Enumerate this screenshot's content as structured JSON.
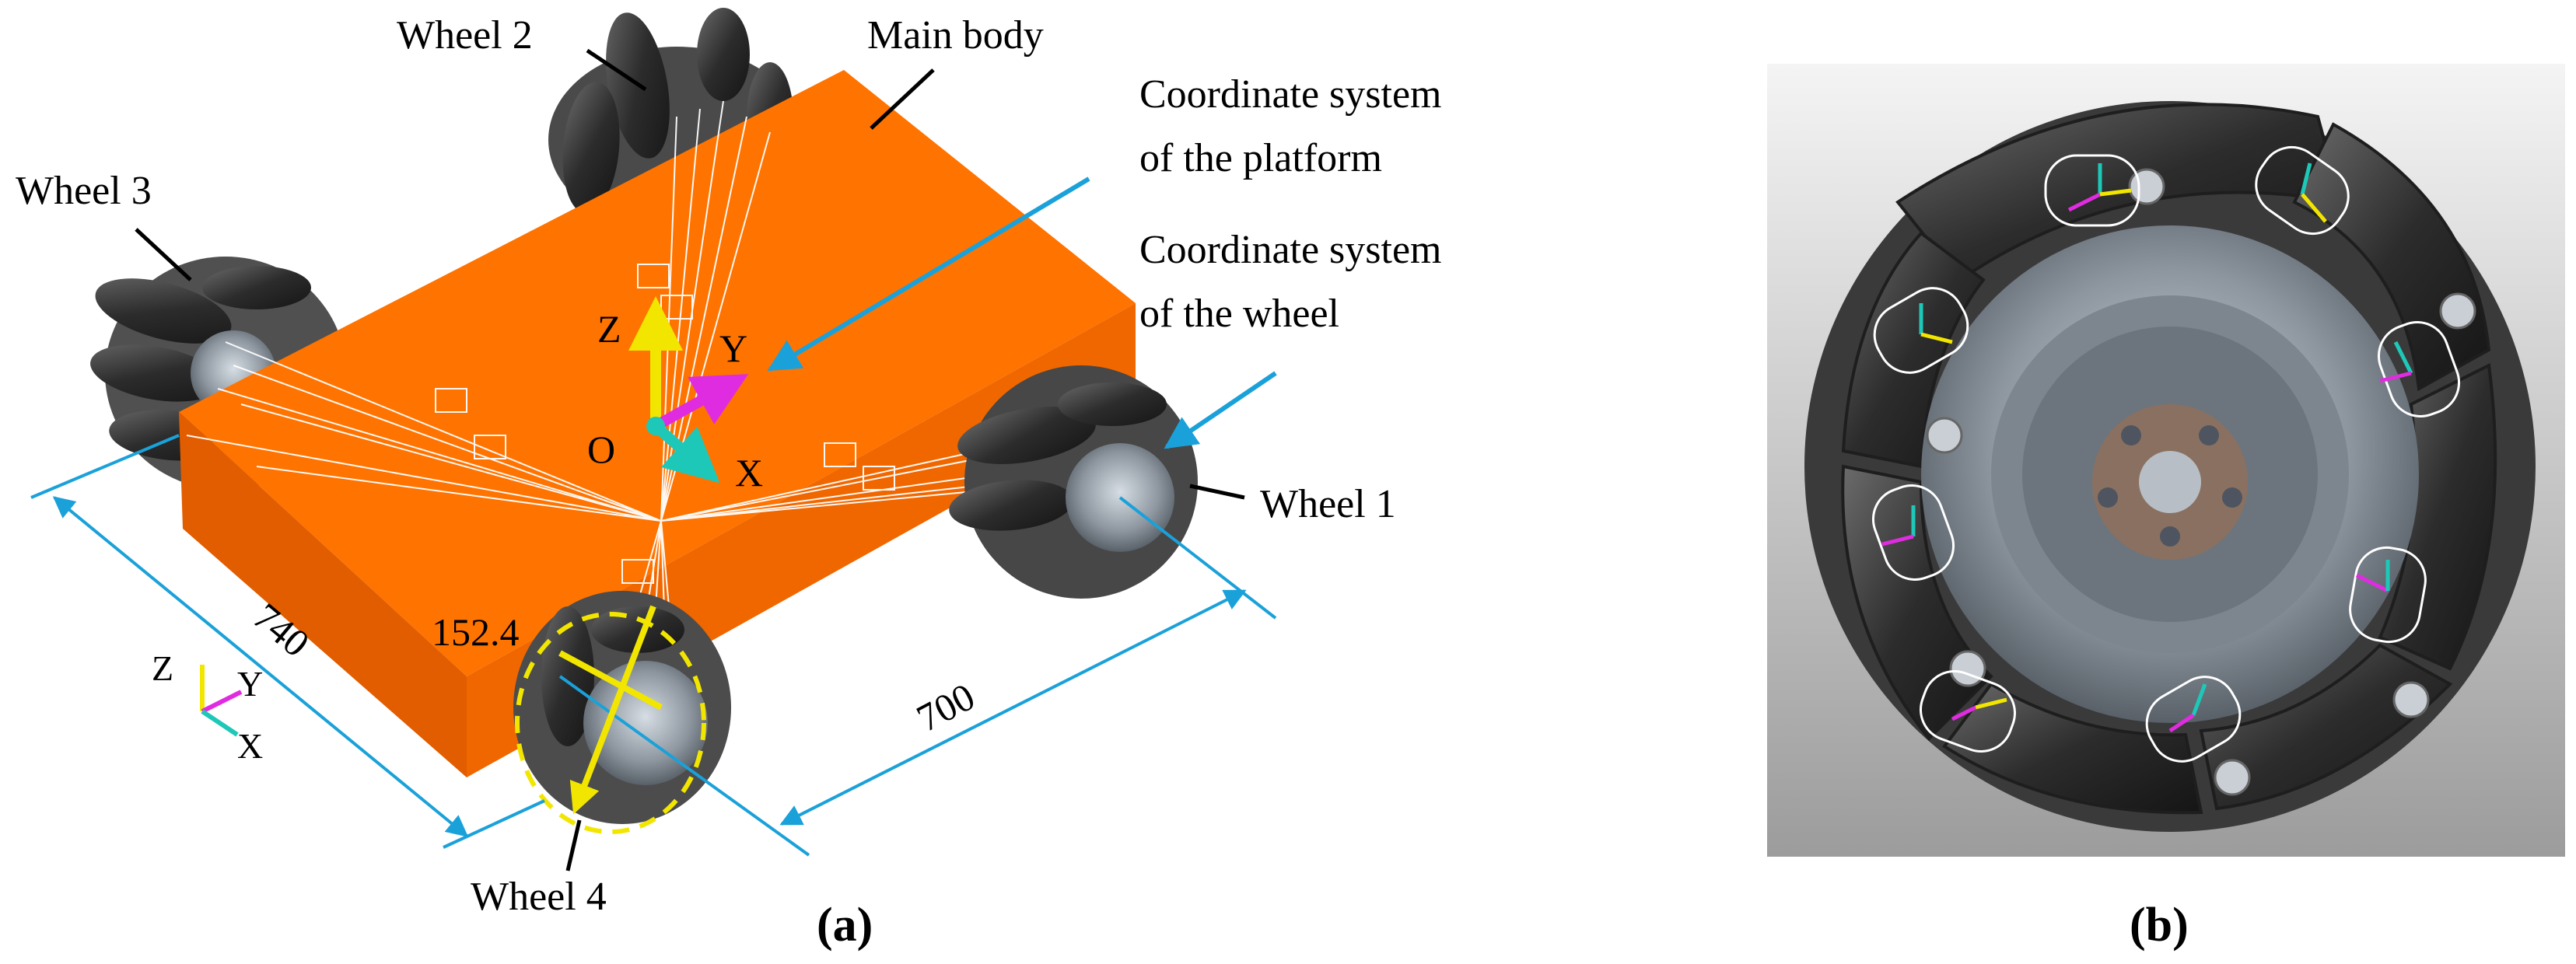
{
  "panel_a": {
    "label": "(a)",
    "wheel_labels": {
      "wheel1": "Wheel 1",
      "wheel2": "Wheel 2",
      "wheel3": "Wheel 3",
      "wheel4": "Wheel 4"
    },
    "main_body": "Main body",
    "coord_platform_line1": "Coordinate system",
    "coord_platform_line2": "of the platform",
    "coord_wheel_line1": "Coordinate system",
    "coord_wheel_line2": "of the wheel",
    "axes": {
      "origin": "O",
      "x": "X",
      "y": "Y",
      "z": "Z"
    },
    "small_triad": {
      "x": "X",
      "y": "Y",
      "z": "Z"
    },
    "dimensions": {
      "length": "740",
      "width": "700",
      "wheel_diameter": "152.4"
    }
  },
  "panel_b": {
    "label": "(b)"
  },
  "colors": {
    "body_orange": "#ff7300",
    "body_side": "#e85f00",
    "dimension_blue": "#1ba1d9",
    "axis_yellow": "#f2e600",
    "axis_magenta": "#e02ce0",
    "axis_cyan": "#1ec8b8",
    "wheel_dark": "#3a3a3a"
  }
}
